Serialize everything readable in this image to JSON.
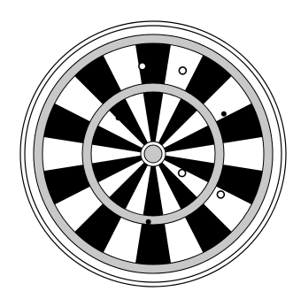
{
  "board": {
    "segment_count": 20,
    "colors": {
      "dark_segment": "#000000",
      "light_segment": "#ffffff",
      "ring_band": "#c8c8c8",
      "outline": "#000000",
      "bull": "#c8c8c8"
    }
  },
  "darts": [
    {
      "name": "dart-hit-1",
      "style": "hollow",
      "radius_frac": 0.74,
      "angle_deg": 289.5
    },
    {
      "name": "dart-hit-2",
      "style": "hollow",
      "radius_frac": 0.74,
      "angle_deg": 263.0
    },
    {
      "name": "dart-hit-3",
      "style": "filled",
      "radius_frac": 0.68,
      "angle_deg": 330.5
    },
    {
      "name": "dart-hit-4",
      "style": "filled",
      "radius_frac": 0.42,
      "angle_deg": 226.0
    },
    {
      "name": "dart-hit-5",
      "style": "hollow",
      "radius_frac": 0.29,
      "angle_deg": 33.5
    },
    {
      "name": "dart-hit-6",
      "style": "hollow",
      "radius_frac": 0.66,
      "angle_deg": 31.0
    },
    {
      "name": "dart-hit-7",
      "style": "filled",
      "radius_frac": 0.57,
      "angle_deg": 94.0
    }
  ]
}
